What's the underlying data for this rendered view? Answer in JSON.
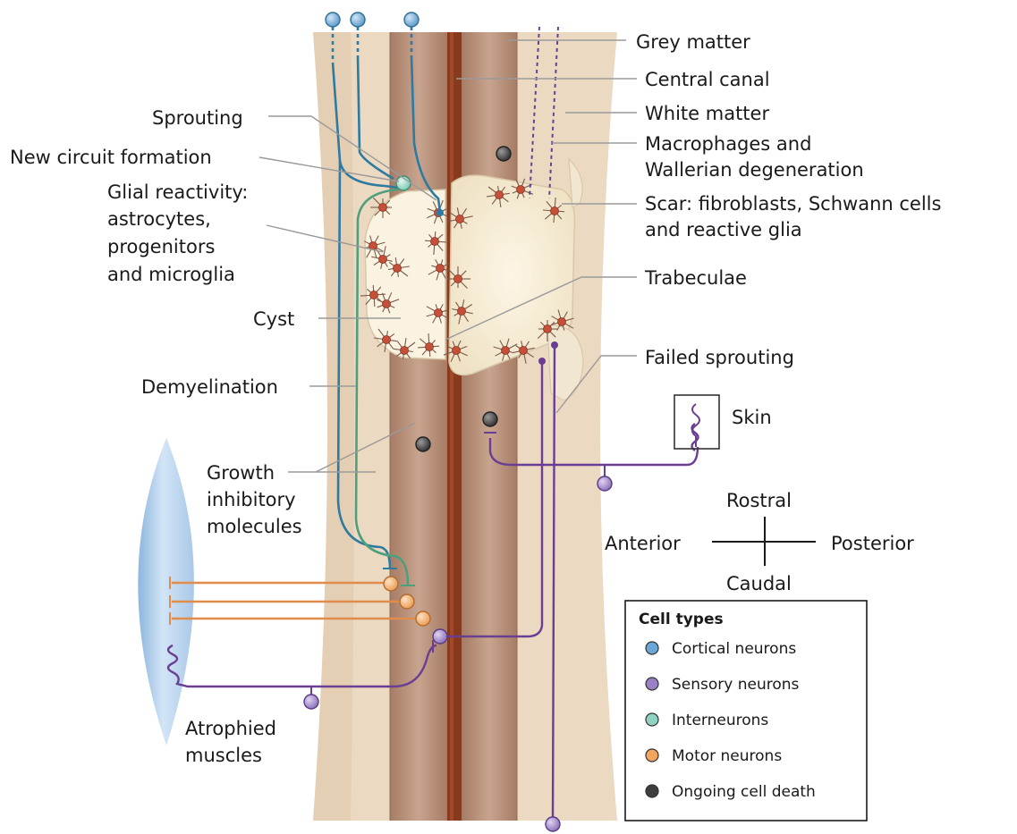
{
  "labels": {
    "grey_matter": "Grey matter",
    "central_canal": "Central canal",
    "white_matter": "White matter",
    "macrophages_1": "Macrophages and",
    "macrophages_2": "Wallerian degeneration",
    "scar_1": "Scar: fibroblasts, Schwann cells",
    "scar_2": "and reactive glia",
    "trabeculae": "Trabeculae",
    "failed_sprouting": "Failed sprouting",
    "skin": "Skin",
    "sprouting": "Sprouting",
    "new_circuit": "New circuit formation",
    "glial_1": "Glial reactivity:",
    "glial_2": "astrocytes,",
    "glial_3": "progenitors",
    "glial_4": "and microglia",
    "cyst": "Cyst",
    "demyelination": "Demyelination",
    "growth_1": "Growth",
    "growth_2": "inhibitory",
    "growth_3": "molecules",
    "atrophied_1": "Atrophied",
    "atrophied_2": "muscles"
  },
  "orientation": {
    "rostral": "Rostral",
    "caudal": "Caudal",
    "anterior": "Anterior",
    "posterior": "Posterior"
  },
  "legend": {
    "title": "Cell types",
    "items": [
      {
        "label": "Cortical neurons",
        "color": "#6aa6d6"
      },
      {
        "label": "Sensory neurons",
        "color": "#9a80c4"
      },
      {
        "label": "Interneurons",
        "color": "#8fd4c2"
      },
      {
        "label": "Motor neurons",
        "color": "#f2a45e"
      },
      {
        "label": "Ongoing cell death",
        "color": "#3d3d3d"
      }
    ]
  },
  "colors": {
    "cortical_axon": "#2e7aa0",
    "sensory_axon": "#6a3f93",
    "interneuron_axon": "#4f9f7c",
    "motor_axon": "#e08c4a",
    "glia": "#c4503a"
  }
}
